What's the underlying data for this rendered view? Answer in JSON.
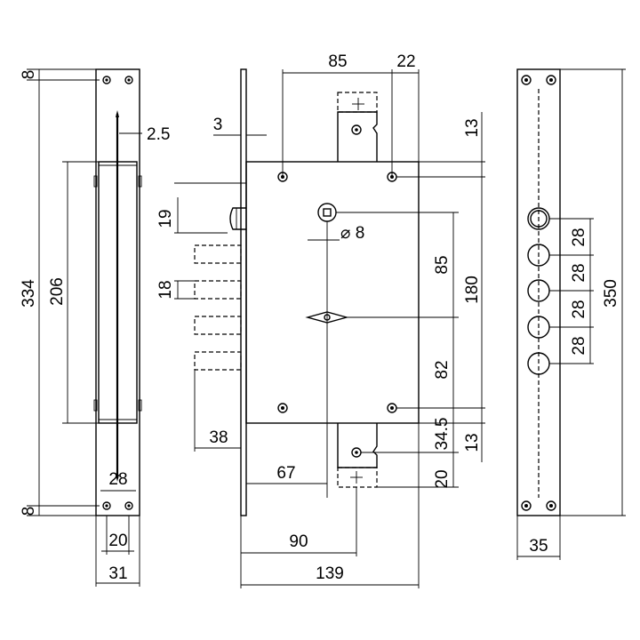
{
  "dimensions": {
    "strike_top_gap": "8",
    "strike_bottom_gap": "8",
    "strike_total_height": "334",
    "strike_opening_height": "206",
    "strike_blade_thickness": "2.5",
    "strike_width_inner": "28",
    "strike_width_mid": "20",
    "strike_width_outer": "31",
    "faceplate_thickness": "3",
    "latch_height": "19",
    "bolt_height": "18",
    "bolt_throw": "38",
    "backset_handle": "67",
    "backset_key": "90",
    "case_depth": "139",
    "spindle_diameter": "⌀ 8",
    "spacing_top_85": "85",
    "spacing_top_22": "22",
    "offset_top_13": "13",
    "offset_bottom_13": "13",
    "spindle_to_cylinder": "85",
    "cylinder_to_screw": "82",
    "screw_spacing": "180",
    "cylinder_offset": "34.5",
    "cylinder_extension": "20",
    "bolt_pitch_1": "28",
    "bolt_pitch_2": "28",
    "bolt_pitch_3": "28",
    "bolt_pitch_4": "28",
    "faceplate_length": "350",
    "faceplate_width": "35"
  }
}
